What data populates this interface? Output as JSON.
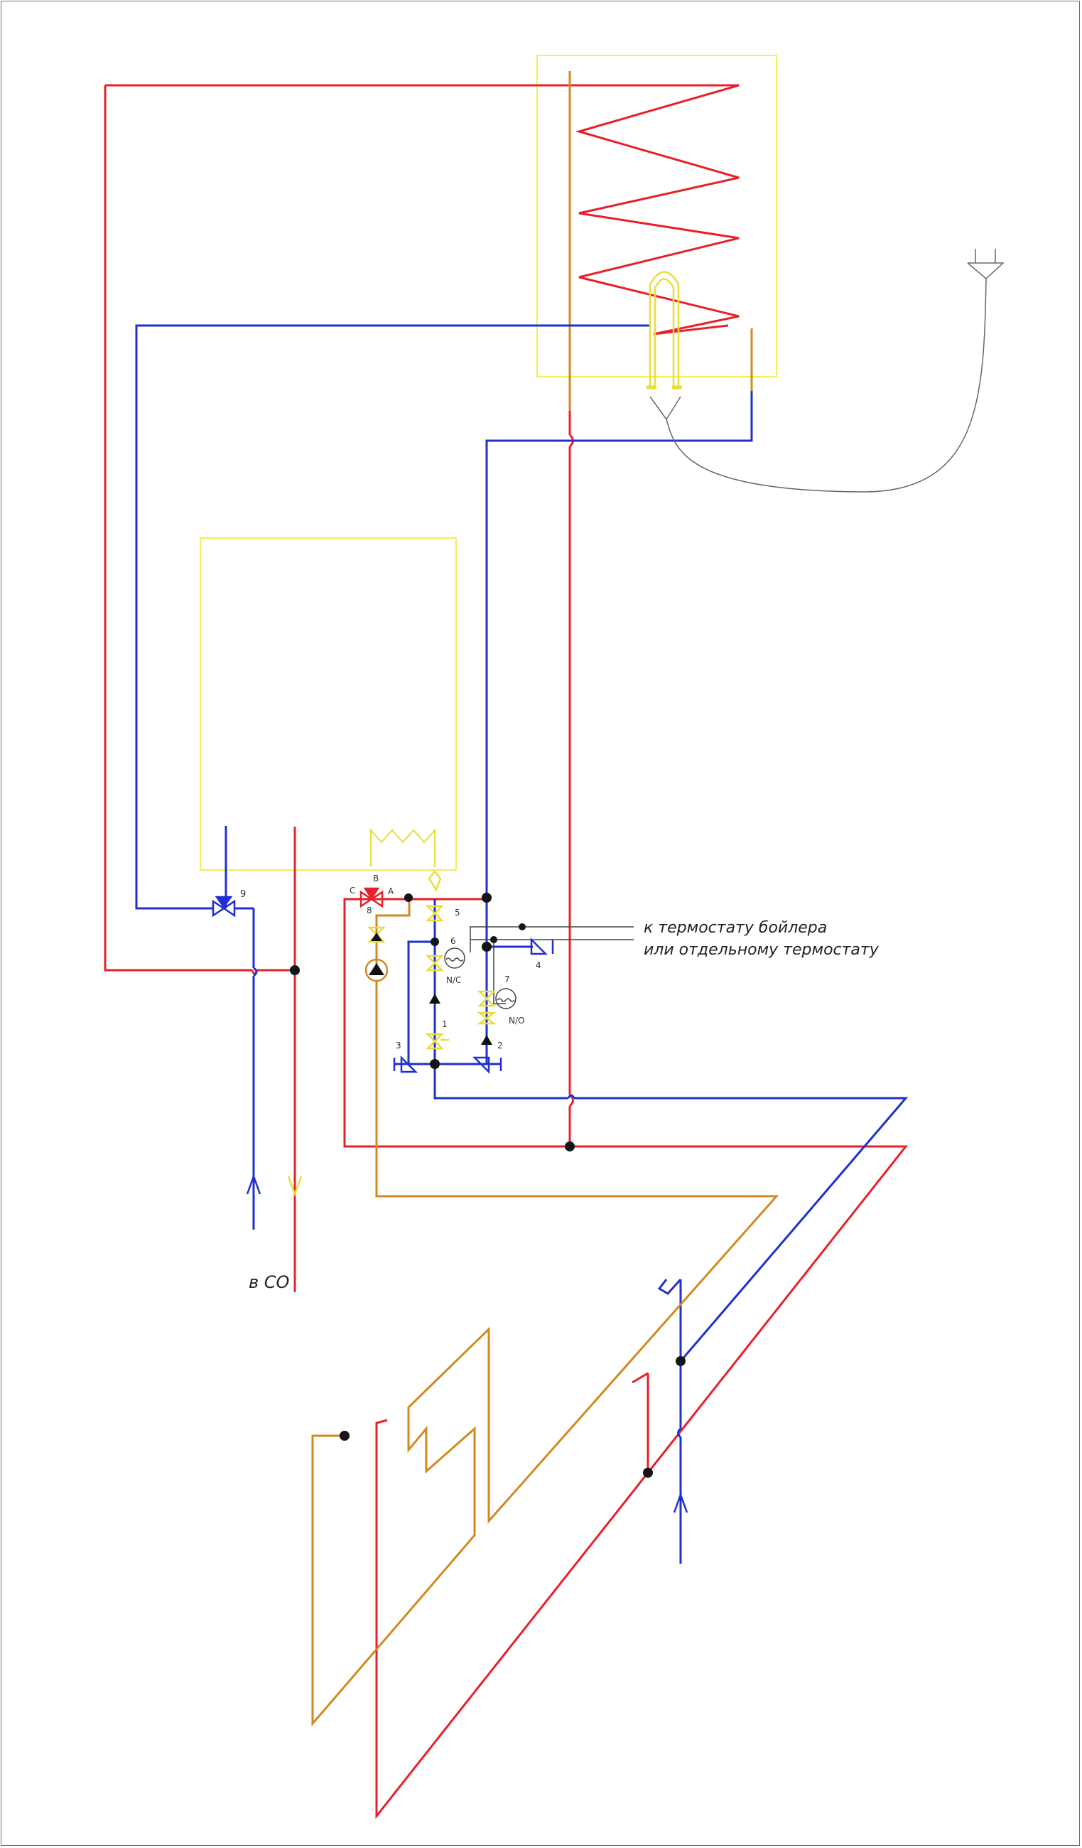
{
  "colors": {
    "supply": "#e8202a",
    "return": "#1f2fd0",
    "boiler_outline": "#f2ee5a",
    "valves_yellow": "#e8dd3a",
    "circulation": "#d28a1f",
    "wiring": "#666666",
    "junction": "#151515",
    "frame": "#6f6f6f"
  },
  "icons": [
    "junction-dot",
    "ball-valve-icon",
    "check-valve-icon",
    "pump-icon",
    "three-way-valve-icon",
    "thermostat-sensor-icon",
    "plug-icon",
    "flow-arrow-icon",
    "air-vent-icon"
  ],
  "labels": {
    "thermostat_line1": "к термостату бойлера",
    "thermostat_line2": "или отдельному термостату",
    "to_heating": "в СО",
    "valve_9": "9",
    "valve_8": "8",
    "valve_5": "5",
    "valve_6": "6",
    "valve_7": "7",
    "valve_4": "4",
    "valve_3": "3",
    "valve_2": "2",
    "valve_1": "1",
    "port_c": "C",
    "port_b": "B",
    "port_a": "A",
    "nc": "N/C",
    "no": "N/O"
  }
}
